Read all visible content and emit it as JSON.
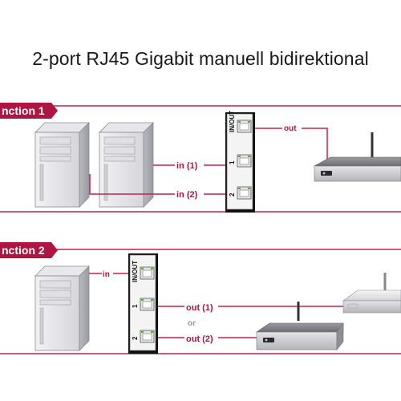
{
  "title": "2-port RJ45 Gigabit manuell bidirektional",
  "colors": {
    "accent": "#b01541",
    "line": "#c2224e",
    "port_green": "#5aa832"
  },
  "function1": {
    "label": "nction 1",
    "in1": "in (1)",
    "in2": "in (2)",
    "out": "out",
    "port_inout": "IN/OUT",
    "port_1": "1",
    "port_2": "2"
  },
  "function2": {
    "label": "nction 2",
    "in": "in",
    "out1": "out (1)",
    "or": "or",
    "out2": "out (2)",
    "port_inout": "IN/OUT",
    "port_1": "1",
    "port_2": "2"
  }
}
